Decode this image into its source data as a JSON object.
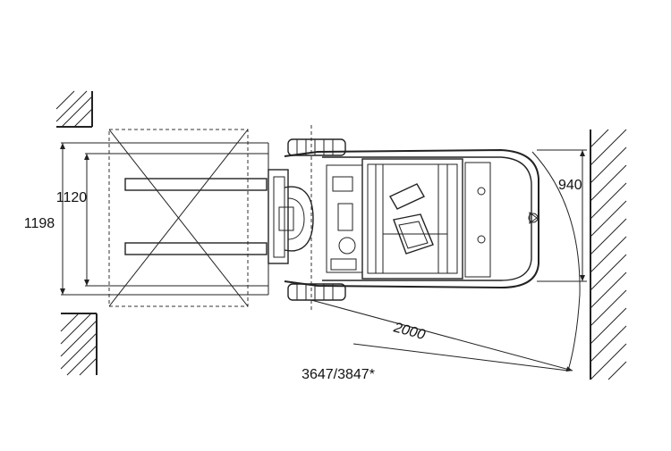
{
  "dimensions": {
    "load_length": "1120",
    "overall_width": "1198",
    "side_clearance": "940",
    "turning_radius": "2000",
    "aisle_width": "3647/3847*"
  }
}
